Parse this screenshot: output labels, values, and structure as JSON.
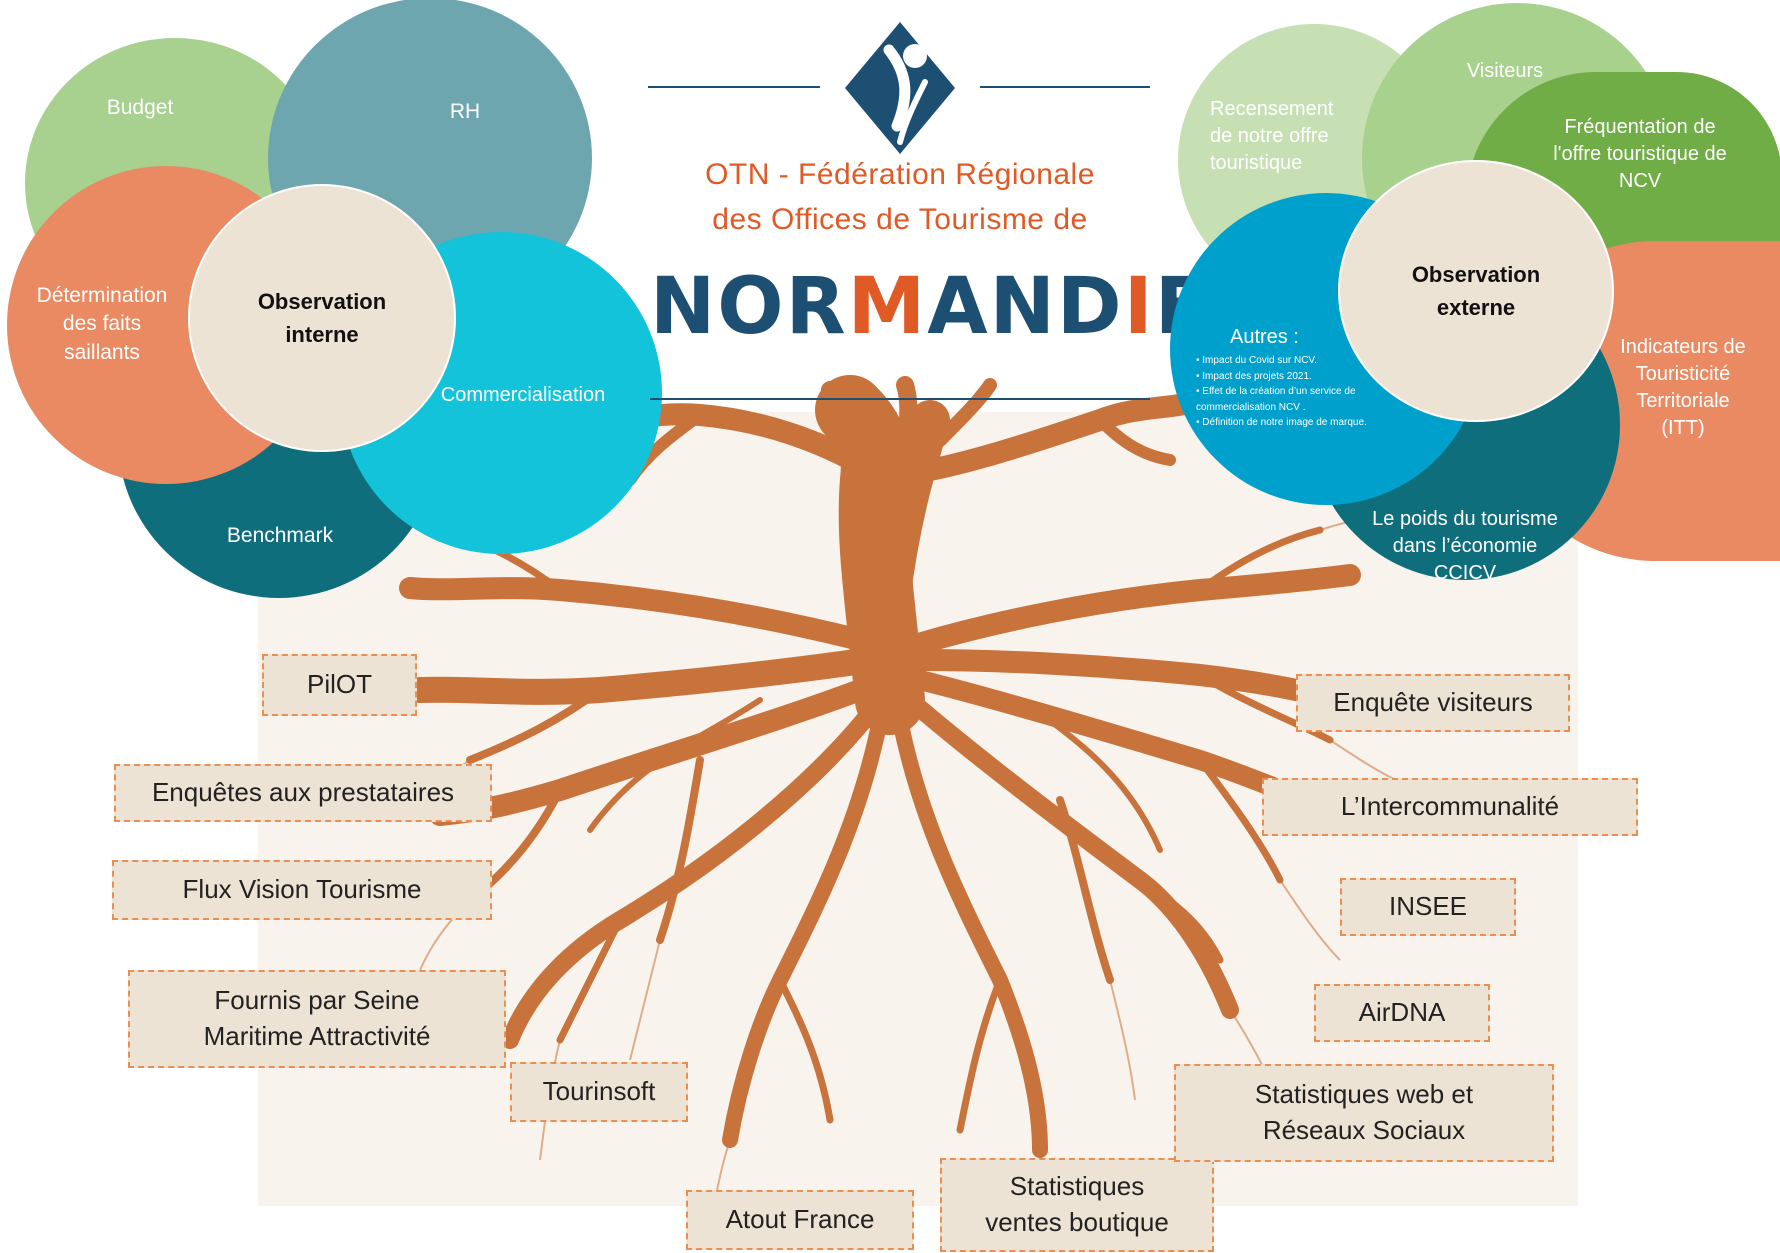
{
  "logo": {
    "title_line1": "OTN - Fédération Régionale",
    "title_line2": "des Offices de Tourisme de",
    "word_part1": "NOR",
    "word_part2": "M",
    "word_part3": "AND",
    "word_part4": "I",
    "word_part5": "E"
  },
  "internal": {
    "center_line1": "Observation",
    "center_line2": "interne",
    "budget": "Budget",
    "rh": "RH",
    "determination_line1": "Détermination",
    "determination_line2": "des faits",
    "determination_line3": "saillants",
    "commercialisation": "Commercialisation",
    "benchmark": "Benchmark"
  },
  "external": {
    "center_line1": "Observation",
    "center_line2": "externe",
    "recensement_line1": "Recensement",
    "recensement_line2": "de notre offre",
    "recensement_line3": "touristique",
    "visiteurs": "Visiteurs",
    "frequentation_line1": "Fréquentation de",
    "frequentation_line2": "l'offre touristique de",
    "frequentation_line3": "NCV",
    "indicateurs_line1": "Indicateurs de",
    "indicateurs_line2": "Touristicité",
    "indicateurs_line3": "Territoriale",
    "indicateurs_line4": "(ITT)",
    "poids_line1": "Le poids du tourisme",
    "poids_line2": "dans l’économie",
    "poids_line3": "CCICV",
    "autres_title": "Autres :",
    "autres_items": [
      "• Impact du Covid sur NCV.",
      "• Impact des projets 2021.",
      "• Effet de la création d’un service de",
      "commercialisation NCV .",
      "• Définition de notre image de marque."
    ]
  },
  "sources": {
    "pilot": "PilOT",
    "enquetes_prestataires": "Enquêtes aux prestataires",
    "flux_vision": "Flux Vision Tourisme",
    "fournis_line1": "Fournis par Seine",
    "fournis_line2": "Maritime Attractivité",
    "tourinsoft": "Tourinsoft",
    "atout_france": "Atout France",
    "statistiques_ventes_line1": "Statistiques",
    "statistiques_ventes_line2": "ventes boutique",
    "enquete_visiteurs": "Enquête visiteurs",
    "intercommunalite": "L’Intercommunalité",
    "insee": "INSEE",
    "airdna": "AirDNA",
    "statistiques_web_line1": "Statistiques web et",
    "statistiques_web_line2": "Réseaux Sociaux"
  },
  "colors": {
    "budget": "#a8d08e",
    "rh": "#6ea6b0",
    "determination": "#e98a63",
    "commercialisation": "#13c3d9",
    "benchmark": "#0e6e7c",
    "recensement": "#c6e0b4",
    "visiteurs": "#a9d18e",
    "frequentation": "#70ad47",
    "indicateurs": "#e98a63",
    "poids": "#0e6e7c",
    "autres": "#00a0cc",
    "tree": "#c8733b",
    "logo_blue": "#1d4f73",
    "logo_orange": "#e05a26"
  },
  "icons": {
    "logo": "normandie-diamond-logo"
  }
}
